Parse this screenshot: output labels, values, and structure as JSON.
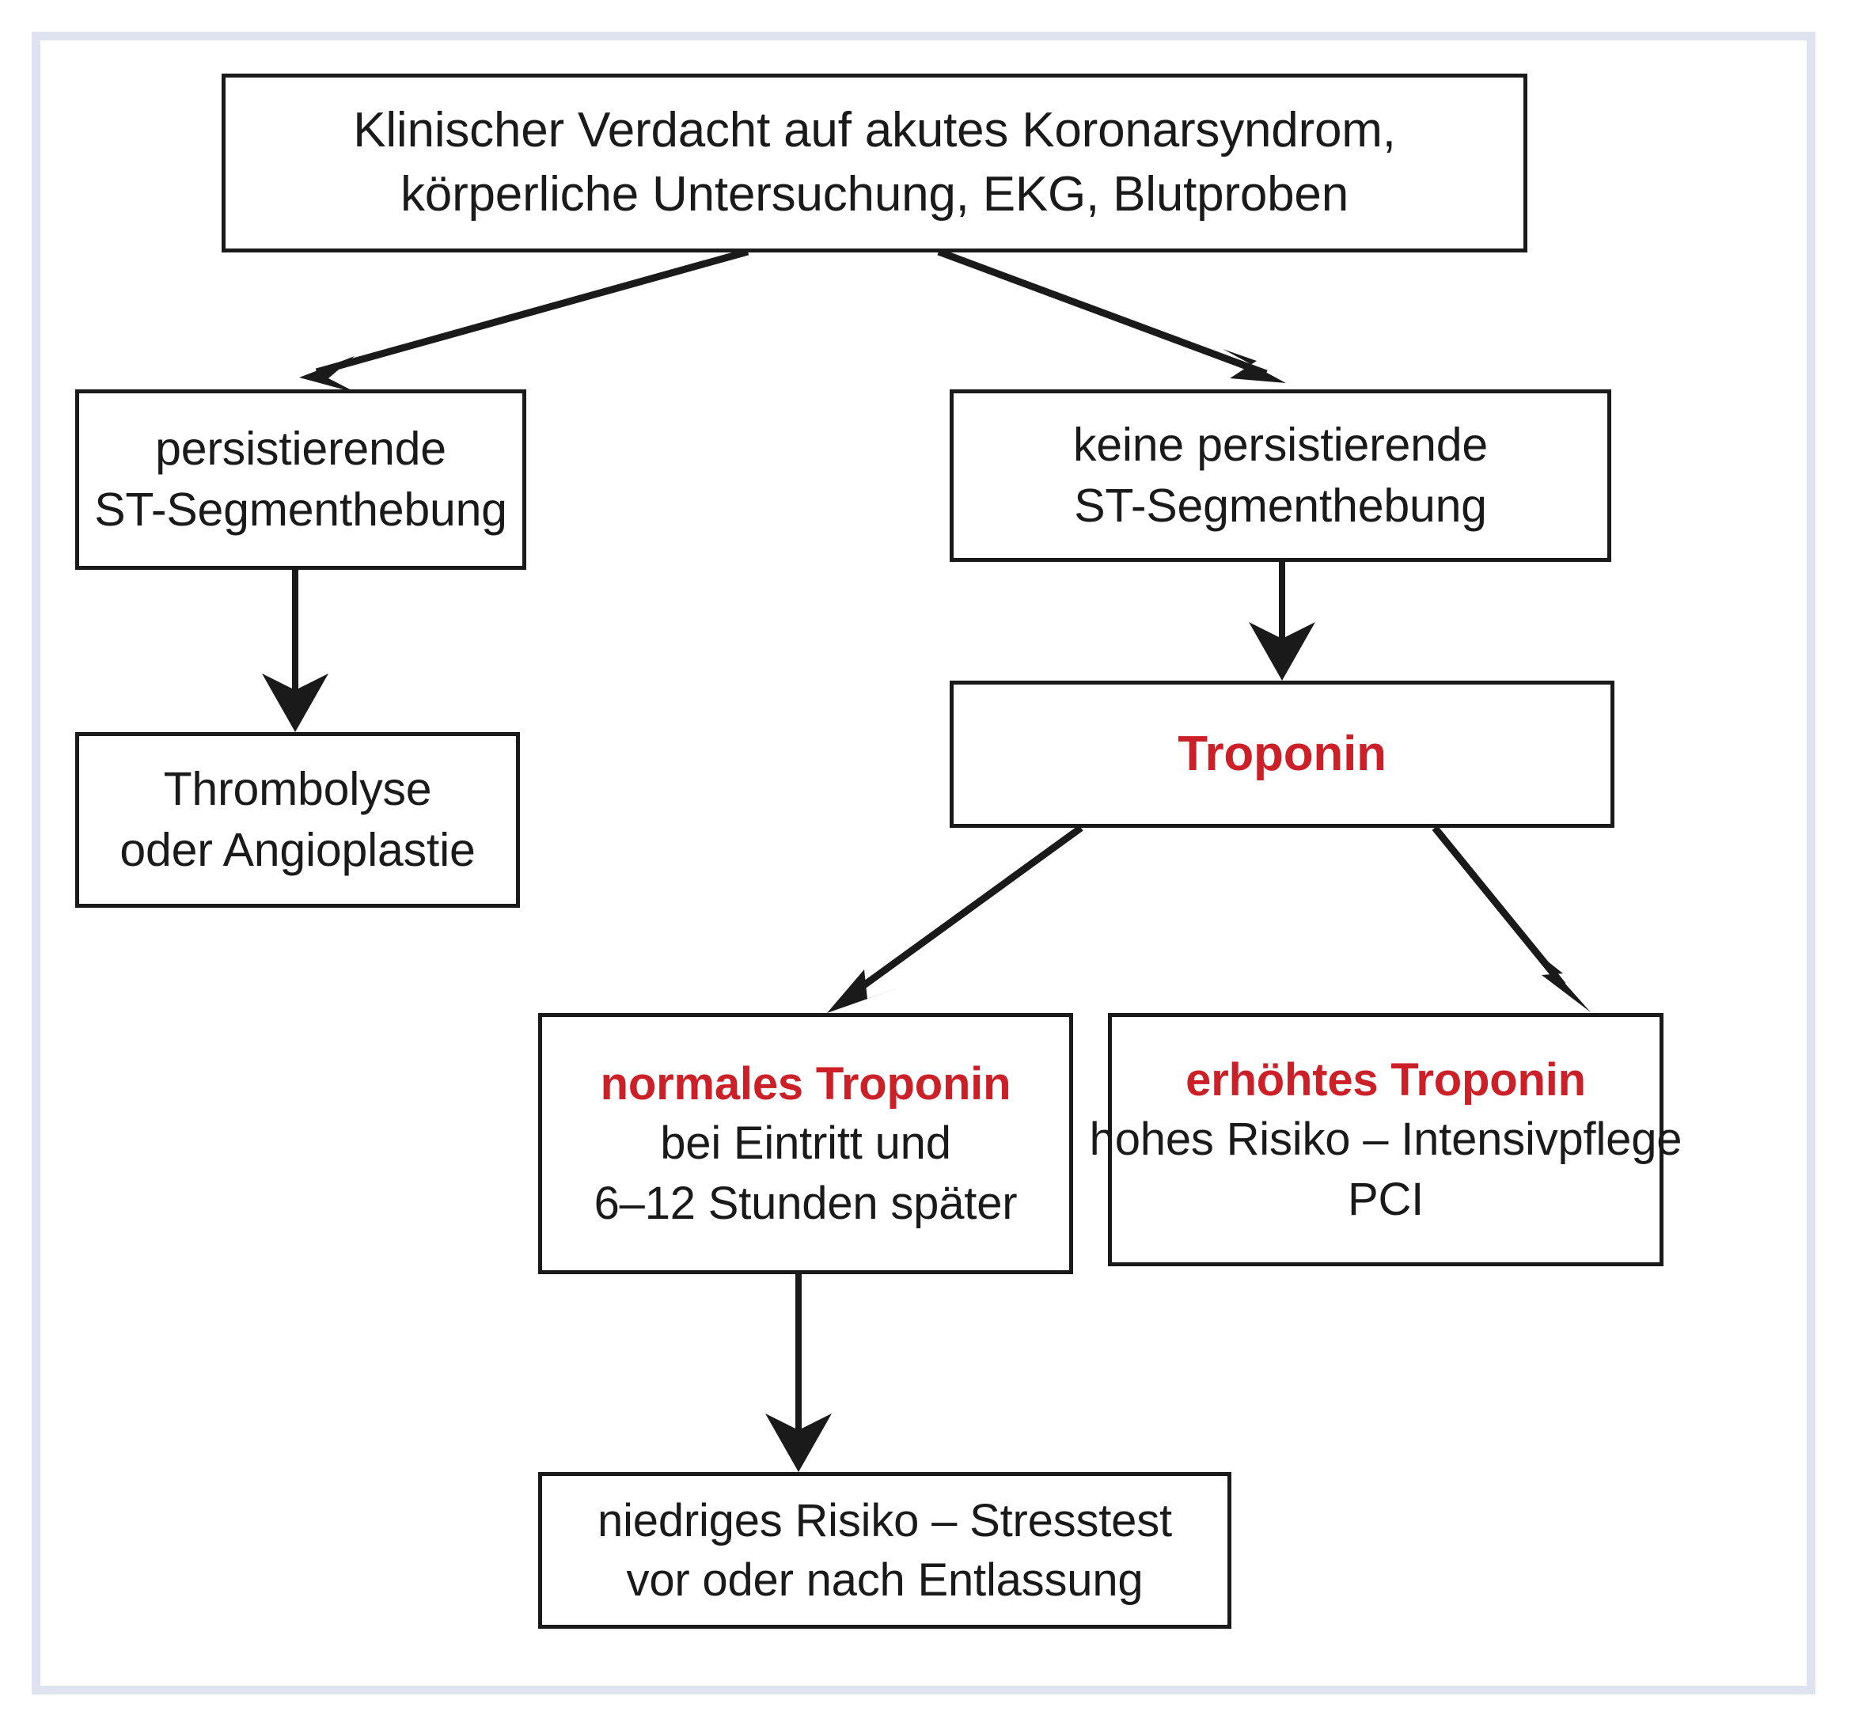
{
  "diagram": {
    "title_text": "Klinischer Verdacht auf akutes Koronarsyndrom",
    "frame_color": "#dfe3f0",
    "accent_color": "#cc2028",
    "line_color": "#1a1a1a",
    "nodes": {
      "suspicion": {
        "line1": "Klinischer Verdacht auf akutes Koronarsyndrom,",
        "line2": "körperliche Untersuchung, EKG, Blutproben"
      },
      "st_elevation": {
        "line1": "persistierende",
        "line2": "ST-Segmenthebung"
      },
      "no_st_elevation": {
        "line1": "keine persistierende",
        "line2": "ST-Segmenthebung"
      },
      "thrombolysis": {
        "line1": "Thrombolyse",
        "line2": "oder Angioplastie"
      },
      "troponin": {
        "line1": "Troponin"
      },
      "normal_troponin": {
        "line1": "normales Troponin",
        "line2": "bei Eintritt und",
        "line3": "6–12 Stunden später"
      },
      "elevated_troponin": {
        "line1": "erhöhtes Troponin",
        "line2": "hohes Risiko – Intensivpflege",
        "line3": "PCI"
      },
      "low_risk": {
        "line1": "niedriges Risiko – Stresstest",
        "line2": "vor oder nach Entlassung"
      }
    },
    "edges": [
      {
        "name": "suspicion-to-st-elevation",
        "from": "suspicion",
        "to": "st_elevation",
        "style": "diagonal-arrow"
      },
      {
        "name": "suspicion-to-no-st-elevation",
        "from": "suspicion",
        "to": "no_st_elevation",
        "style": "diagonal-arrow"
      },
      {
        "name": "st-elevation-to-thrombolysis",
        "from": "st_elevation",
        "to": "thrombolysis",
        "style": "vertical-arrow"
      },
      {
        "name": "no-st-elevation-to-troponin",
        "from": "no_st_elevation",
        "to": "troponin",
        "style": "vertical-arrow"
      },
      {
        "name": "troponin-to-normal-troponin",
        "from": "troponin",
        "to": "normal_troponin",
        "style": "diagonal-arrow"
      },
      {
        "name": "troponin-to-elevated-troponin",
        "from": "troponin",
        "to": "elevated_troponin",
        "style": "diagonal-arrow"
      },
      {
        "name": "normal-troponin-to-low-risk",
        "from": "normal_troponin",
        "to": "low_risk",
        "style": "vertical-arrow"
      }
    ]
  }
}
